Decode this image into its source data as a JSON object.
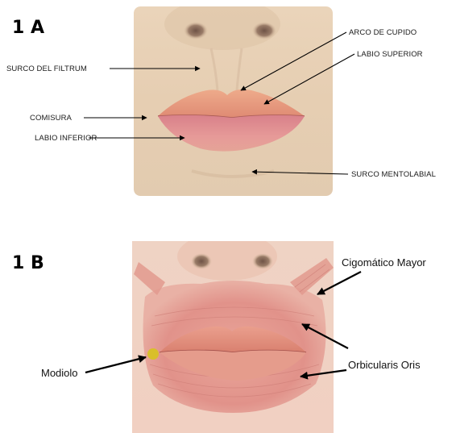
{
  "panels": [
    {
      "id": "1A",
      "label": "1 A",
      "annotations": [
        {
          "key": "surco-filtrum",
          "text": "SURCO DEL FILTRUM"
        },
        {
          "key": "arco-cupido",
          "text": "ARCO DE CUPIDO"
        },
        {
          "key": "labio-superior",
          "text": "LABIO SUPERIOR"
        },
        {
          "key": "comisura",
          "text": "COMISURA"
        },
        {
          "key": "labio-inferior",
          "text": "LABIO INFERIOR"
        },
        {
          "key": "surco-mentolabial",
          "text": "SURCO MENTOLABIAL"
        }
      ]
    },
    {
      "id": "1B",
      "label": "1 B",
      "annotations": [
        {
          "key": "cigomatico-mayor",
          "text": "Cigomático Mayor"
        },
        {
          "key": "orbicularis-oris",
          "text": "Orbicularis Oris"
        },
        {
          "key": "modiolo",
          "text": "Modiolo"
        }
      ]
    }
  ],
  "colors": {
    "skin_a": "#e9d2b6",
    "lip_upper_a": "#e79a7c",
    "lip_lower_a": "#dd8c8c",
    "skin_b": "#ecc6b4",
    "muscle_b": "#e2948c",
    "lip_b": "#e28e7e",
    "modiolo_dot": "#d9bf2a",
    "arrow": "#000000"
  }
}
